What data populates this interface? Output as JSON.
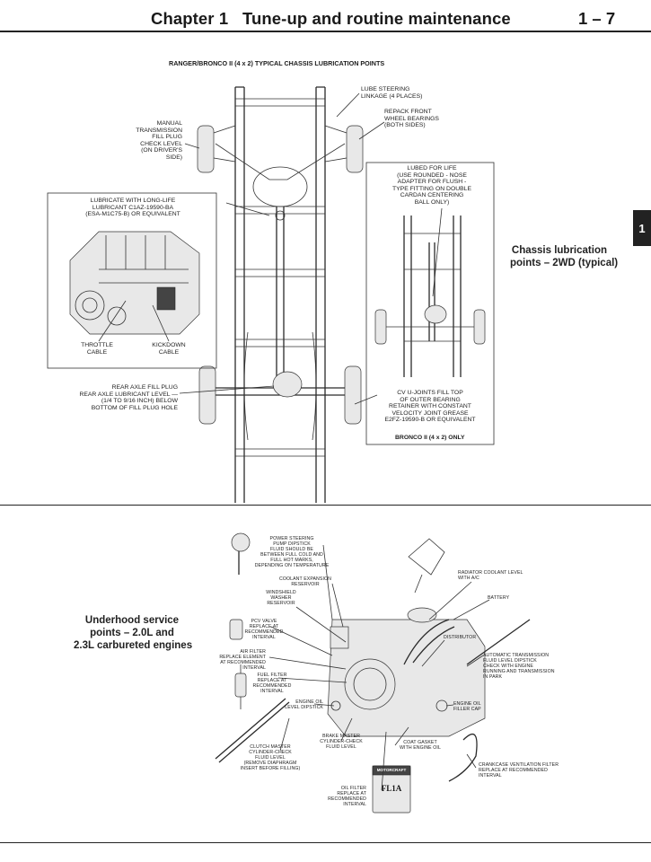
{
  "header": {
    "chapter": "Chapter 1",
    "title": "Tune-up and routine maintenance",
    "page": "1 – 7"
  },
  "side_tab": "1",
  "figure1": {
    "title": "RANGER/BRONCO II (4 x 2) TYPICAL CHASSIS LUBRICATION POINTS",
    "caption": "Chassis lubrication\npoints – 2WD (typical)",
    "labels": {
      "lube_steering": "LUBE STEERING\nLINKAGE (4 PLACES)",
      "repack_front": "REPACK FRONT\nWHEEL BEARINGS\n(BOTH SIDES)",
      "manual_trans": "MANUAL\nTRANSMISSION\nFILL PLUG\nCHECK LEVEL\n(ON DRIVER'S\nSIDE)",
      "lubricate_longlife": "LUBRICATE WITH LONG-LIFE\nLUBRICANT C1AZ-19590-BA\n(ESA-M1C75-B) OR EQUIVALENT",
      "lubed_for_life": "LUBED FOR LIFE\n(USE ROUNDED - NOSE\nADAPTER FOR FLUSH -\nTYPE FITTING ON DOUBLE\nCARDAN CENTERING\nBALL ONLY)",
      "throttle_cable": "THROTTLE\nCABLE",
      "kickdown_cable": "KICKDOWN\nCABLE",
      "rear_axle": "REAR AXLE FILL PLUG\nREAR AXLE LUBRICANT LEVEL —\n(1/4 TO 9/16 INCH) BELOW\nBOTTOM OF FILL PLUG HOLE",
      "cv_ujoints": "CV U-JOINTS FILL TOP\nOF OUTER BEARING\nRETAINER WITH CONSTANT\nVELOCITY JOINT GREASE\nE2FZ-19590-B OR EQUIVALENT",
      "bronco_only": "BRONCO II (4 x 2) ONLY"
    }
  },
  "figure2": {
    "caption": "Underhood service\npoints – 2.0L and\n2.3L carbureted engines",
    "labels": {
      "power_steering": "POWER STEERING\nPUMP DIPSTICK\nFLUID SHOULD BE\nBETWEEN FULL COLD AND\nFULL HOT MARKS,\nDEPENDING ON TEMPERATURE",
      "coolant_expansion": "COOLANT EXPANSION\nRESERVOIR",
      "windshield_washer": "WINDSHIELD\nWASHER\nRESERVOIR",
      "pcv_valve": "PCV VALVE\nREPLACE AT\nRECOMMENDED\nINTERVAL",
      "air_filter": "AIR FILTER\nREPLACE ELEMENT\nAT RECOMMENDED\nINTERVAL",
      "fuel_filter": "FUEL FILTER\nREPLACE AT\nRECOMMENDED\nINTERVAL",
      "engine_oil_dipstick": "ENGINE OIL\nLEVEL DIPSTICK",
      "brake_master": "BRAKE MASTER\nCYLINDER-CHECK\nFLUID LEVEL",
      "clutch_master": "CLUTCH MASTER\nCYLINDER-CHECK\nFLUID LEVEL\n(REMOVE DIAPHRAGM\nINSERT BEFORE FILLING)",
      "coat_gasket": "COAT GASKET\nWITH ENGINE OIL",
      "oil_filter": "OIL FILTER\nREPLACE AT\nRECOMMENDED\nINTERVAL",
      "radiator_coolant": "RADIATOR COOLANT LEVEL\nWITH A/C",
      "battery": "BATTERY",
      "distributor": "DISTRIBUTOR",
      "auto_trans": "AUTOMATIC TRANSMISSION\nFLUID LEVEL DIPSTICK\nCHECK WITH ENGINE\nRUNNING AND TRANSMISSION\nIN PARK",
      "engine_oil_filler": "ENGINE OIL\nFILLER CAP",
      "crankcase_vent": "CRANKCASE VENTILATION FILTER\nREPLACE AT RECOMMENDED\nINTERVAL",
      "oil_filter_brand": "MOTORCRAFT",
      "oil_filter_model": "FL1A"
    }
  }
}
